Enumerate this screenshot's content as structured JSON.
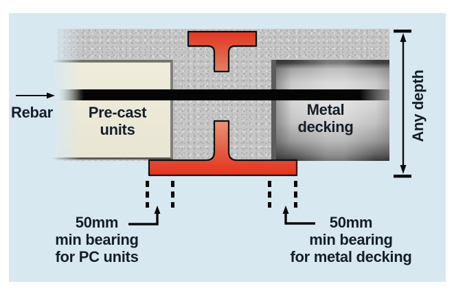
{
  "figure": {
    "type": "construction-detail-diagram",
    "description_visible_text_only": true,
    "labels": {
      "rebar": "Rebar",
      "precast": [
        "Pre-cast",
        "units"
      ],
      "metal_decking": [
        "Metal",
        "decking"
      ],
      "any_depth": "Any depth",
      "left_bearing": [
        "50mm",
        "min bearing",
        "for PC units"
      ],
      "right_bearing": [
        "50mm",
        "min bearing",
        "for metal decking"
      ]
    },
    "colors": {
      "panel_background": "#d8e8f1",
      "concrete": "#c6c6c6",
      "precast_unit": "#ece9d8",
      "metal_decking": "#cfcfcf",
      "steel_beam_red": "#e0391f",
      "rebar_black": "#0a0a0a",
      "text": "#141e28"
    }
  }
}
